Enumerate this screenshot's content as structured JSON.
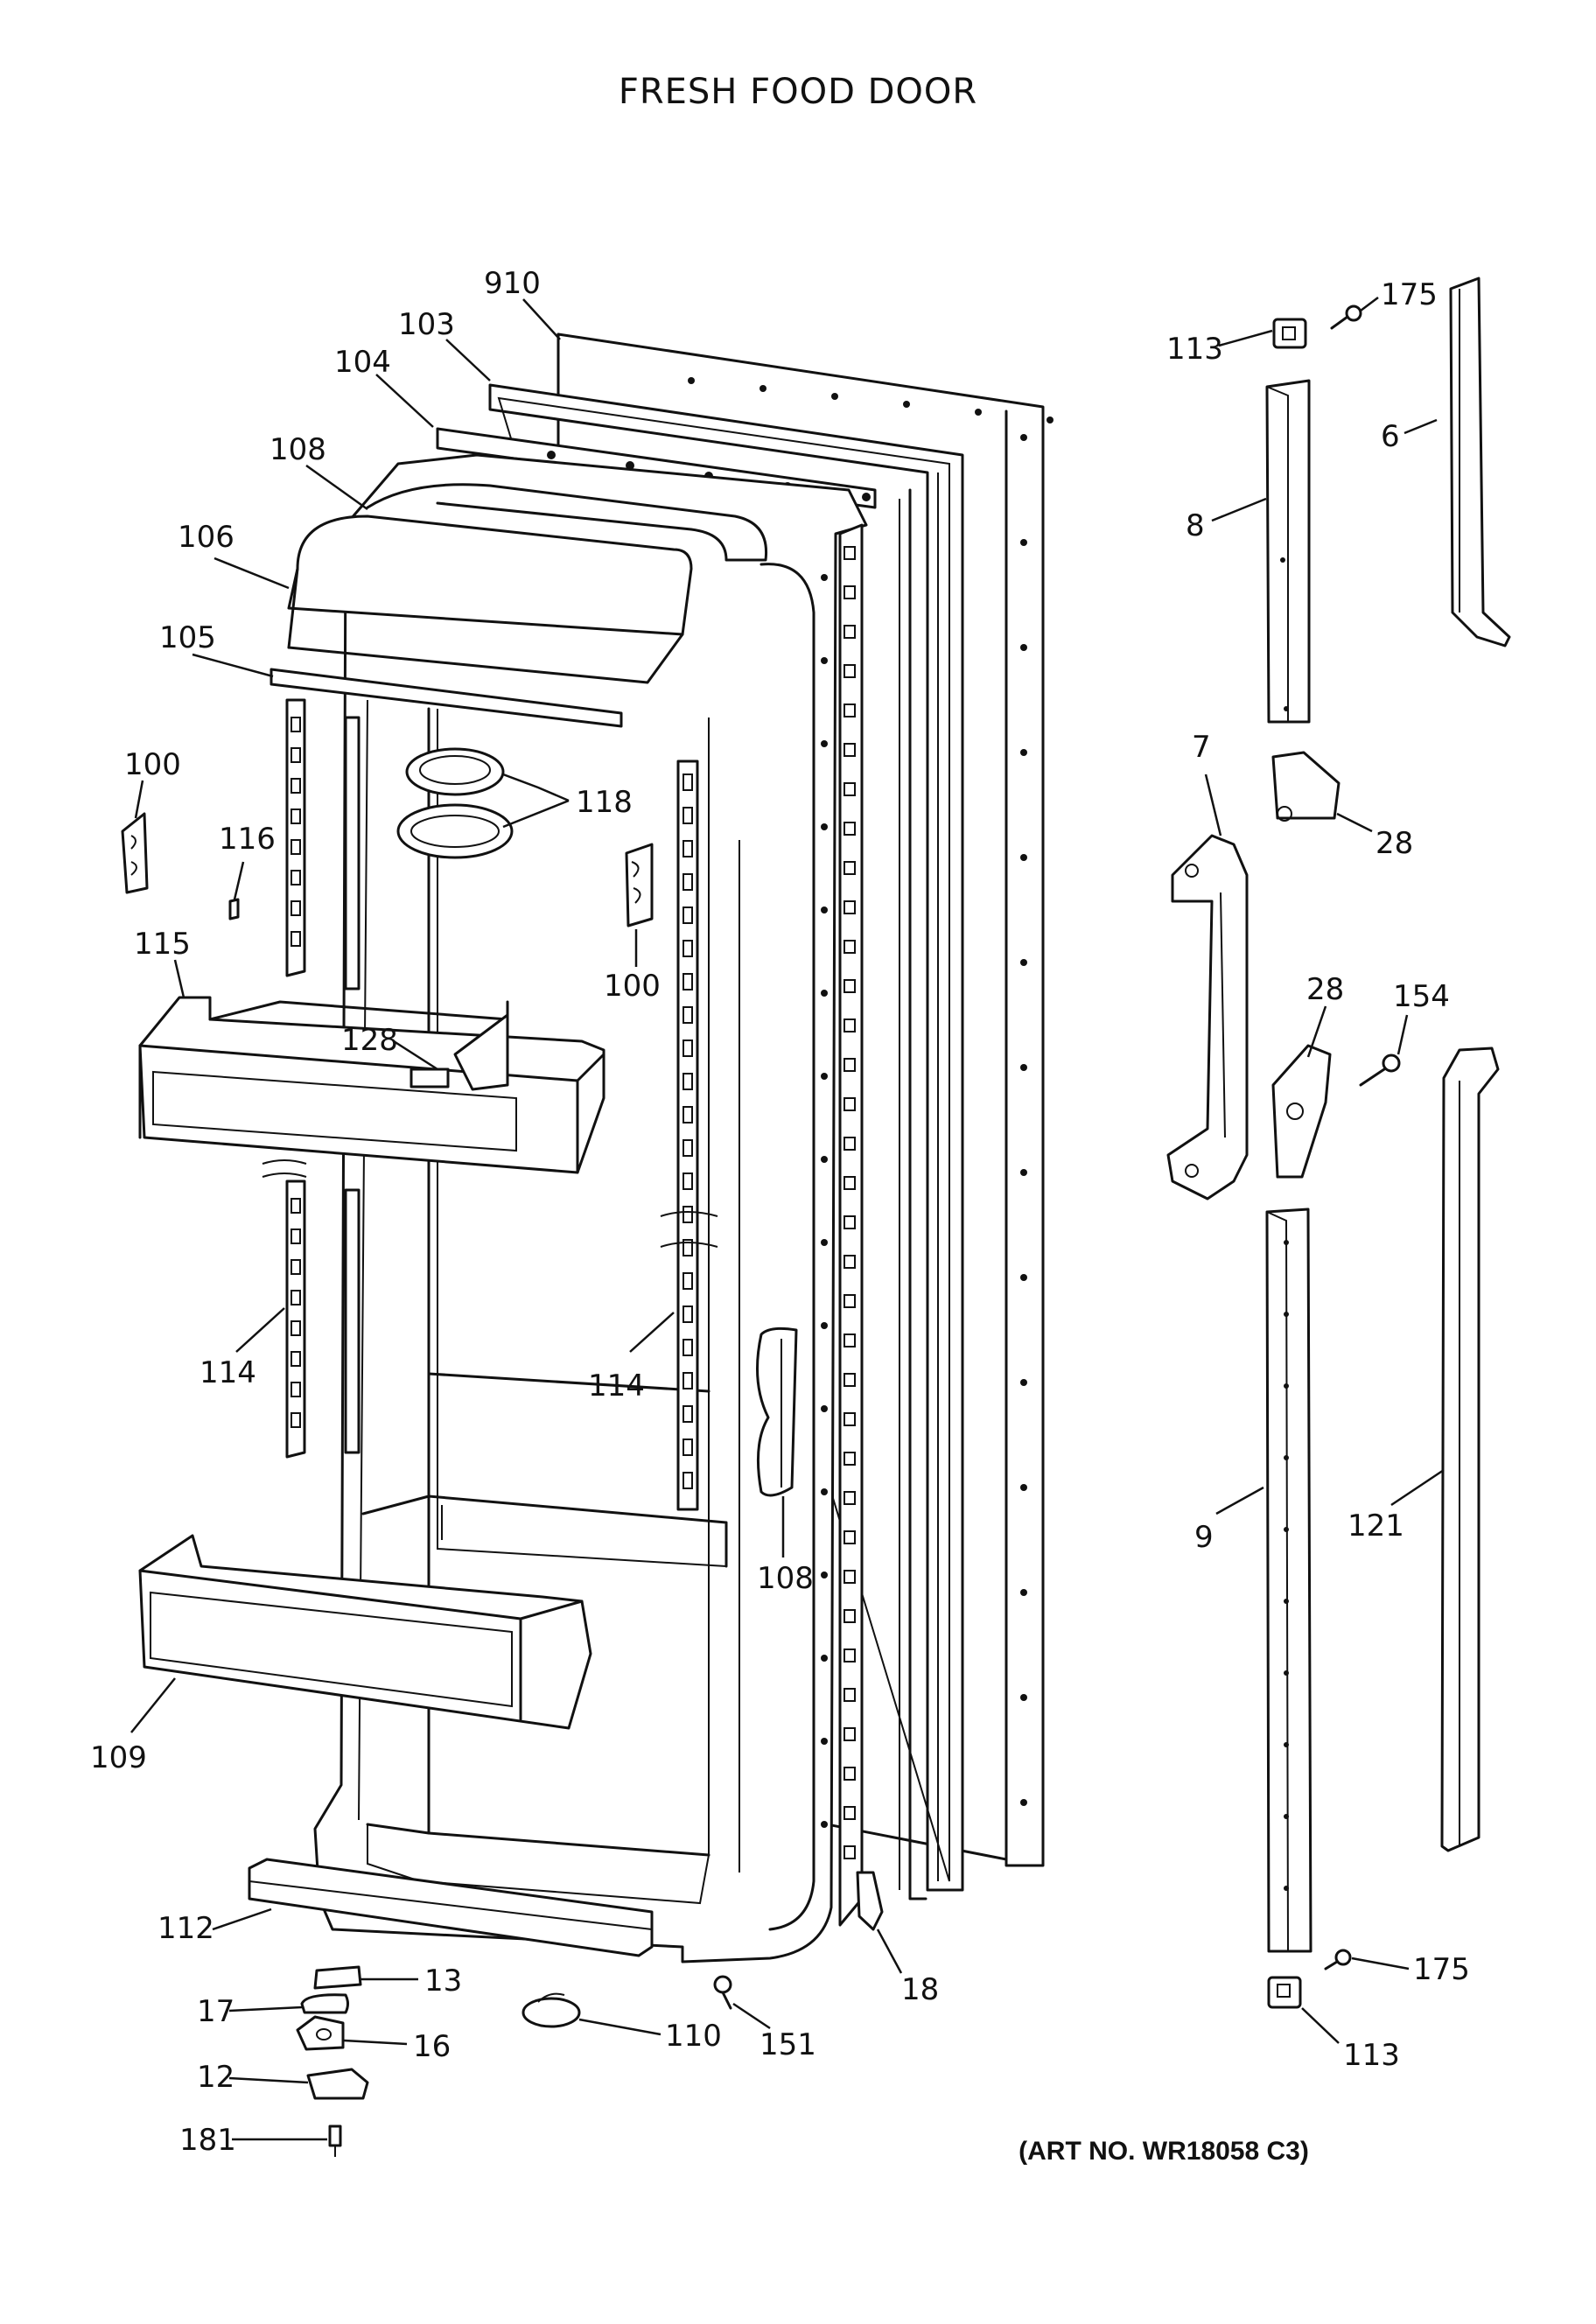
{
  "title": "FRESH FOOD DOOR",
  "art_number": "(ART NO. WR18058 C3)",
  "callouts": {
    "c910": "910",
    "c103": "103",
    "c104": "104",
    "c108a": "108",
    "c106": "106",
    "c105": "105",
    "c100a": "100",
    "c116": "116",
    "c118": "118",
    "c100b": "100",
    "c115": "115",
    "c128": "128",
    "c114a": "114",
    "c114b": "114",
    "c108b": "108",
    "c109": "109",
    "c112": "112",
    "c13": "13",
    "c17": "17",
    "c16": "16",
    "c12": "12",
    "c181": "181",
    "c110": "110",
    "c151": "151",
    "c18": "18",
    "c113a": "113",
    "c175a": "175",
    "c6": "6",
    "c8": "8",
    "c7": "7",
    "c28a": "28",
    "c28b": "28",
    "c154": "154",
    "c9": "9",
    "c121": "121",
    "c175b": "175",
    "c113b": "113"
  }
}
